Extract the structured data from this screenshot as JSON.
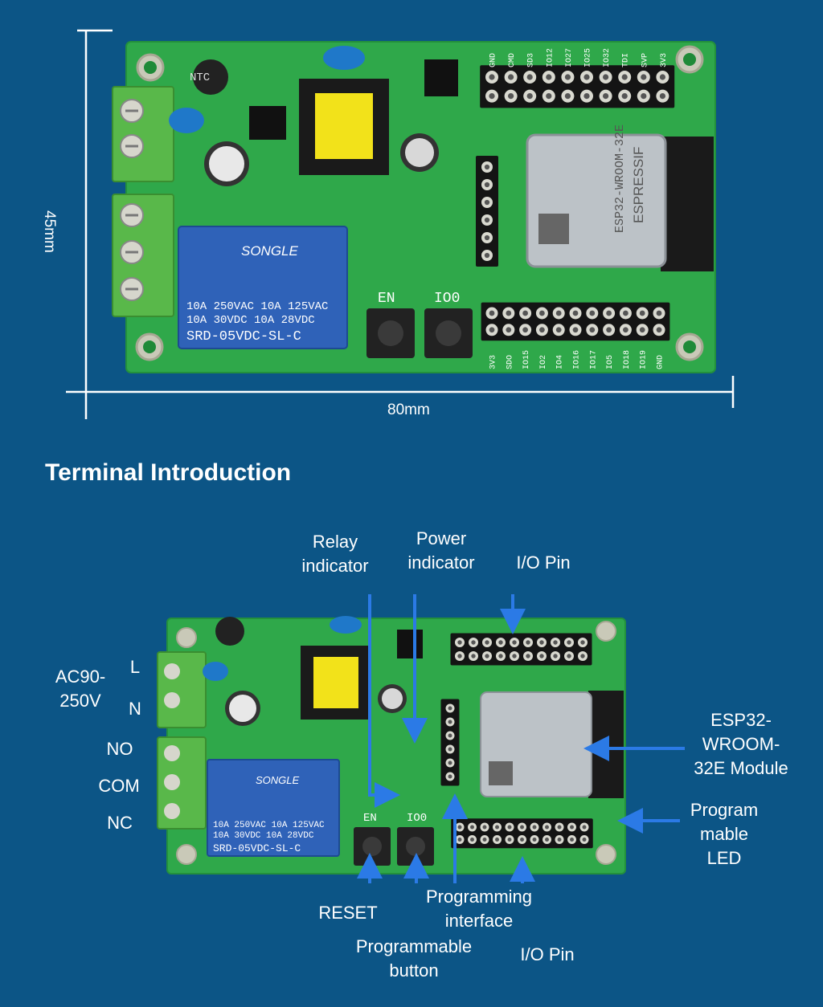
{
  "dimensions": {
    "height": "45mm",
    "width": "80mm"
  },
  "section_title": "Terminal Introduction",
  "board_print": {
    "relay_brand": "SONGLE",
    "relay_spec_1": "10A 250VAC  10A 125VAC",
    "relay_spec_2": "10A  30VDC  10A  28VDC",
    "relay_model": "SRD-05VDC-SL-C",
    "btn_en": "EN",
    "btn_io0": "IO0",
    "module_brand": "ESPRESSIF",
    "module_model": "ESP32-WROOM-32E",
    "ntc": "NTC",
    "top_header_pins": [
      "GND",
      "CMD",
      "SD3",
      "IO12",
      "IO27",
      "IO25",
      "IO32",
      "TDI",
      "SVP",
      "3V3"
    ],
    "bottom_header_pins": [
      "3V3",
      "SDO",
      "IO15",
      "IO2",
      "IO4",
      "IO16",
      "IO17",
      "IO5",
      "IO18",
      "IO19",
      "GND"
    ]
  },
  "labels": {
    "relay_indicator": "Relay\nindicator",
    "power_indicator": "Power\nindicator",
    "io_pin_top": "I/O Pin",
    "ac_input": "AC90-\n250V",
    "l": "L",
    "n": "N",
    "no": "NO",
    "com": "COM",
    "nc": "NC",
    "esp32_module": "ESP32-\nWROOM-\n32E Module",
    "programmable_led": "Program\nmable\nLED",
    "reset": "RESET",
    "programming_interface": "Programming\ninterface",
    "programmable_button": "Programmable\nbutton",
    "io_pin_bottom": "I/O Pin"
  },
  "colors": {
    "background": "#0c5586",
    "pcb": "#2fa84a",
    "pcb_dark": "#1f8a38",
    "relay": "#2f62b8",
    "terminal": "#59b84a",
    "arrow": "#2b7ae6",
    "transformer": "#f2e21a"
  }
}
